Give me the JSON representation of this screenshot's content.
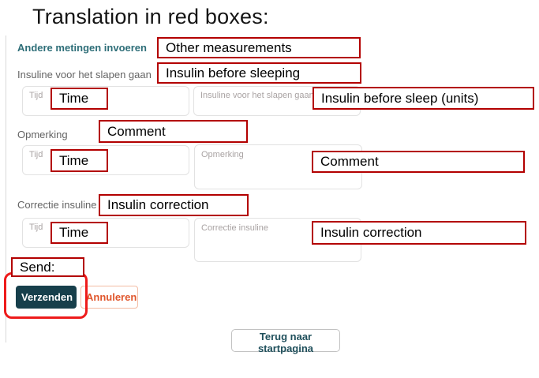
{
  "title": "Translation in red boxes:",
  "form": {
    "heading": "Andere metingen invoeren",
    "insulin_sleep_section_label": "Insuline voor het slapen gaan",
    "comment_section_label": "Opmerking",
    "correction_section_label": "Correctie insuline",
    "placeholders": {
      "time": "Tijd",
      "insulin_sleep": "Insuline voor het slapen gaan (eh)",
      "comment": "Opmerking",
      "correction": "Correctie insuline"
    },
    "submit_label": "Verzenden",
    "cancel_label": "Annuleren",
    "back_label": "Terug naar startpagina"
  },
  "annotations": {
    "other_measurements": "Other measurements",
    "insulin_before_sleeping": "Insulin before sleeping",
    "time": "Time",
    "insulin_before_sleep_units": "Insulin before sleep (units)",
    "comment": "Comment",
    "insulin_correction": "Insulin correction",
    "send": "Send:"
  },
  "colors": {
    "annotation_red": "#b30000",
    "bracket_red": "#ee1b1b",
    "heading_teal": "#2e6e78",
    "submit_bg": "#173f4b",
    "cancel_orange": "#e0562c"
  }
}
